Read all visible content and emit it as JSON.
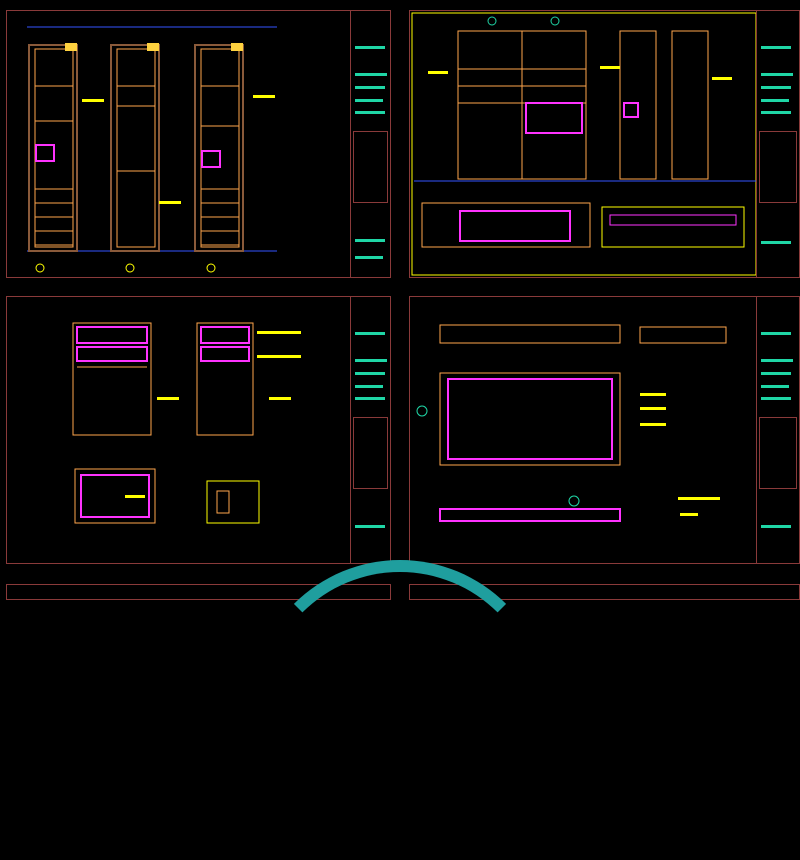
{
  "drawing_set": {
    "sheets": [
      {
        "id": "elevations-1"
      },
      {
        "id": "elevations-2"
      },
      {
        "id": "detail-a"
      },
      {
        "id": "detail-b"
      },
      {
        "id": "sheet-5"
      },
      {
        "id": "sheet-6"
      }
    ]
  },
  "colors": {
    "frame": "#8a3a3a",
    "titleblock": "#1fd6a6",
    "annotation": "#ffff00",
    "object": "#ffa64d",
    "highlight": "#ff33ff",
    "line": "#ff3b3b",
    "watermark_arc": "#1f9e9e"
  }
}
